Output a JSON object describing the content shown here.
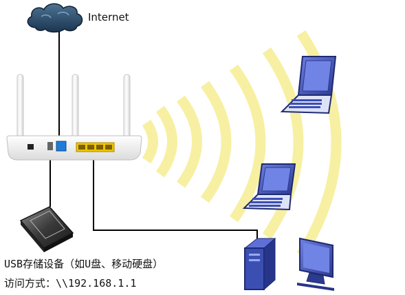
{
  "labels": {
    "internet": "Internet",
    "usb_storage": "USB存储设备（如U盘、移动硬盘）",
    "access_method": "访问方式：\\\\192.168.1.1"
  },
  "colors": {
    "wifi_arc": "#f7f0a2",
    "router_body": "#f2f2f2",
    "port_yellow": "#f1c500",
    "port_blue": "#1e7bd8",
    "device_blue": "#3b4fb3",
    "cloud": "#2a4a6a",
    "cable": "#000000"
  },
  "icons": {
    "cloud": "cloud-icon",
    "router": "router-icon",
    "laptop_top": "laptop-icon",
    "laptop_middle": "laptop-icon",
    "desktop": "desktop-pc-icon",
    "usb_drive": "external-hard-drive-icon"
  }
}
